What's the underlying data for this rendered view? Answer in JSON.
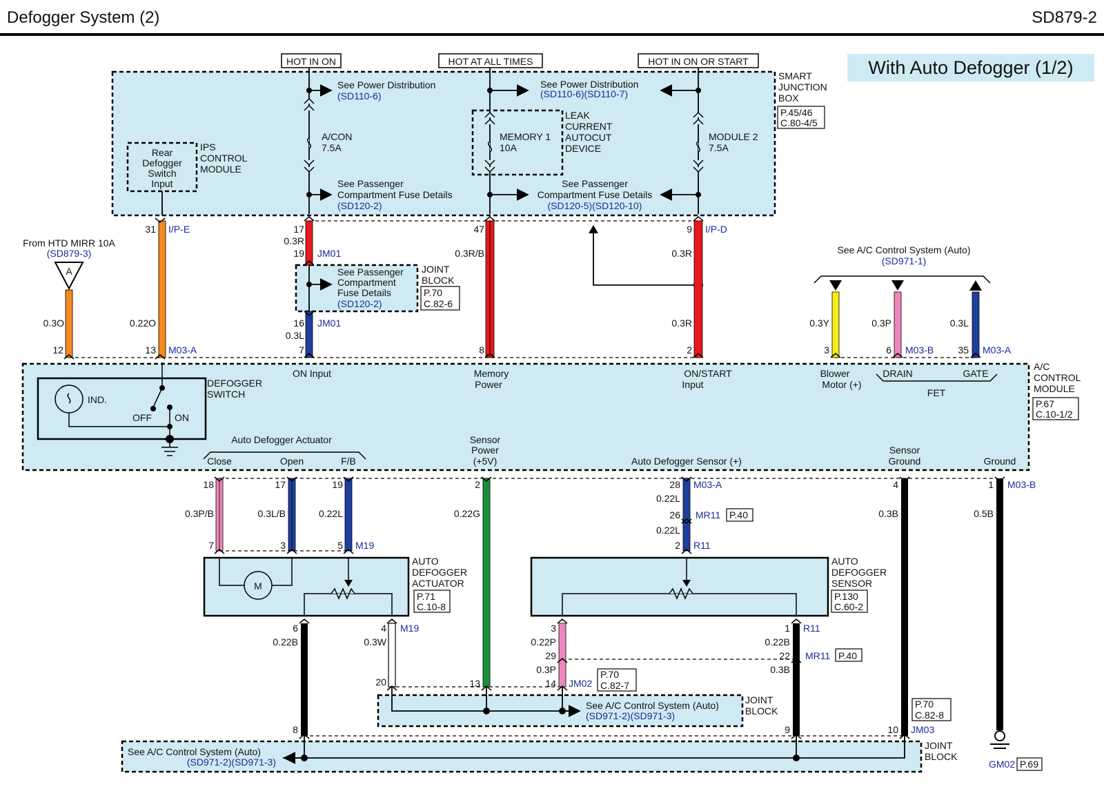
{
  "page": {
    "title": "Defogger System (2)",
    "code": "SD879-2",
    "variant": "With Auto Defogger (1/2)"
  },
  "power": {
    "hot_in_on": "HOT IN ON",
    "hot_at_all_times": "HOT AT ALL TIMES",
    "hot_in_on_or_start": "HOT IN ON OR START"
  },
  "sjb": {
    "name": [
      "SMART",
      "JUNCTION",
      "BOX"
    ],
    "ref1": "P.45/46",
    "ref2": "C.80-4/5",
    "see_power_dist_1": "See Power Distribution",
    "see_power_dist_1_ref": "(SD110-6)",
    "see_power_dist_2": "See Power Distribution",
    "see_power_dist_2_ref": "(SD110-6)(SD110-7)",
    "fuse_acon": [
      "A/CON",
      "7.5A"
    ],
    "fuse_memory": [
      "MEMORY 1",
      "10A"
    ],
    "fuse_module": [
      "MODULE 2",
      "7.5A"
    ],
    "leak_device": [
      "LEAK",
      "CURRENT",
      "AUTOCUT",
      "DEVICE"
    ],
    "see_pass_1": [
      "See Passenger",
      "Compartment Fuse Details"
    ],
    "see_pass_1_ref": "(SD120-2)",
    "see_pass_2": [
      "See Passenger",
      "Compartment Fuse Details"
    ],
    "see_pass_2_ref": "(SD120-5)(SD120-10)",
    "ips": [
      "IPS",
      "CONTROL",
      "MODULE"
    ],
    "rear_switch": [
      "Rear",
      "Defogger",
      "Switch",
      "Input"
    ]
  },
  "wires_top": {
    "htd_from": "From HTD MIRR 10A",
    "htd_ref": "(SD879-3)",
    "htd_letter": "A",
    "w_htd": "0.3O",
    "w_ipe": "0.22O",
    "pin_31": "31",
    "conn_ipe": "I/P-E",
    "pin_17": "17",
    "w_03r": "0.3R",
    "pin_19": "19",
    "conn_jm01": "JM01",
    "pin_16": "16",
    "w_03l": "0.3L",
    "pin_7": "7",
    "conn_jm01b": "JM01",
    "pin_47": "47",
    "w_03rb": "0.3R/B",
    "pin_8": "8",
    "pin_9": "9",
    "conn_ipd": "I/P-D",
    "w_03r_a": "0.3R",
    "w_03r_b": "0.3R",
    "pin_2": "2",
    "pin_12": "12",
    "pin_13": "13",
    "conn_m03a": "M03-A",
    "jb_see": [
      "See Passenger",
      "Compartment",
      "Fuse Details"
    ],
    "jb_ref": "(SD120-2)",
    "jb_name": [
      "JOINT",
      "BLOCK"
    ],
    "jb_ref1": "P.70",
    "jb_ref2": "C.82-6",
    "ac_see": "See A/C Control System (Auto)",
    "ac_ref": "(SD971-1)",
    "w_03y": "0.3Y",
    "pin_3": "3",
    "w_03p": "0.3P",
    "pin_6": "6",
    "conn_m03b": "M03-B",
    "w_03l_b": "0.3L",
    "pin_35": "35",
    "conn_m03a_b": "M03-A"
  },
  "acm": {
    "name": [
      "A/C",
      "CONTROL",
      "MODULE"
    ],
    "ref1": "P.67",
    "ref2": "C.10-1/2",
    "on_input": "ON Input",
    "memory_power": [
      "Memory",
      "Power"
    ],
    "on_start": [
      "ON/START",
      "Input"
    ],
    "blower": [
      "Blower",
      "Motor (+)"
    ],
    "drain": "DRAIN",
    "gate": "GATE",
    "fet": "FET",
    "defogger_switch": [
      "DEFOGGER",
      "SWITCH"
    ],
    "ind": "IND.",
    "off": "OFF",
    "on": "ON",
    "actuator_group": "Auto Defogger Actuator",
    "close": "Close",
    "open": "Open",
    "fb": "F/B",
    "sensor_power": [
      "Sensor",
      "Power",
      "(+5V)"
    ],
    "sensor_plus": "Auto Defogger Sensor (+)",
    "sensor_ground": [
      "Sensor",
      "Ground"
    ],
    "ground": "Ground"
  },
  "wires_bottom": {
    "p18": "18",
    "w_03pb": "0.3P/B",
    "p7": "7",
    "p17": "17",
    "w_03lb": "0.3L/B",
    "p3": "3",
    "p19": "19",
    "w_022l": "0.22L",
    "p5": "5",
    "conn_m19": "M19",
    "p2": "2",
    "w_022g": "0.22G",
    "p13": "13",
    "p28": "28",
    "conn_m03a": "M03-A",
    "w_022l_a": "0.22L",
    "p26": "26",
    "conn_mr11": "MR11",
    "mr11_ref": "P.40",
    "w_022l_b": "0.22L",
    "p2b": "2",
    "conn_r11": "R11",
    "p4": "4",
    "w_03b": "0.3B",
    "p1": "1",
    "conn_m03b": "M03-B",
    "w_05b": "0.5B",
    "actuator": [
      "AUTO",
      "DEFOGGER",
      "ACTUATOR"
    ],
    "act_ref1": "P.71",
    "act_ref2": "C.10-8",
    "motor": "M",
    "sensor": [
      "AUTO",
      "DEFOGGER",
      "SENSOR"
    ],
    "sen_ref1": "P.130",
    "sen_ref2": "C.60-2",
    "p6": "6",
    "w_022b": "0.22B",
    "p4b": "4",
    "w_03w": "0.3W",
    "conn_m19b": "M19",
    "p3b": "3",
    "w_022p": "0.22P",
    "p29": "29",
    "w_03p": "0.3P",
    "p14": "14",
    "conn_jm02": "JM02",
    "jm02_ref1": "P.70",
    "jm02_ref2": "C.82-7",
    "p1b": "1",
    "conn_r11b": "R11",
    "w_022b_b": "0.22B",
    "p22": "22",
    "conn_mr11b": "MR11",
    "mr11b_ref": "P.40",
    "w_03b_b": "0.3B",
    "p20": "20",
    "jb2_see": "See A/C Control System (Auto)",
    "jb2_ref": "(SD971-2)(SD971-3)",
    "jb2_name": [
      "JOINT",
      "BLOCK"
    ],
    "p8": "8",
    "p9": "9",
    "p10": "10",
    "conn_jm03": "JM03",
    "jm03_ref1": "P.70",
    "jm03_ref2": "C.82-8",
    "jb3_see": "See A/C Control System (Auto)",
    "jb3_ref": "(SD971-2)(SD971-3)",
    "jb3_name": [
      "JOINT",
      "BLOCK"
    ],
    "gm02": "GM02",
    "gm02_ref": "P.69"
  },
  "colors": {
    "panel": "#cfeaf2",
    "red": "#e8191f",
    "orange": "#f5891e",
    "blue": "#1f3f9e",
    "yellow": "#f2ee16",
    "pink": "#ee86bd",
    "green": "#1c8f3c",
    "black": "#000000",
    "ref_text": "#1a2a9a"
  }
}
